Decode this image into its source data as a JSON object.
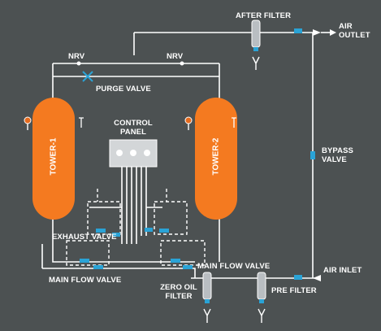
{
  "colors": {
    "background": "#4c5152",
    "pipe": "#ffffff",
    "tower": "#f47a20",
    "valve": "#2aa3d6",
    "filter": "#b9bec2",
    "panel": "#d3d6d8",
    "gauge": "#e46a1e"
  },
  "labels": {
    "after_filter": "AFTER FILTER",
    "air_outlet_line1": "AIR",
    "air_outlet_line2": "OUTLET",
    "nrv_left": "NRV",
    "nrv_right": "NRV",
    "purge_valve": "PURGE VALVE",
    "control_panel_line1": "CONTROL",
    "control_panel_line2": "PANEL",
    "tower1": "TOWER-1",
    "tower2": "TOWER-2",
    "bypass_line1": "BYPASS",
    "bypass_line2": "VALVE",
    "exhaust_valve": "EXHAUST VALVE",
    "main_flow_valve_right": "MAIN FLOW VALVE",
    "main_flow_valve_left": "MAIN FLOW VALVE",
    "air_inlet": "AIR INLET",
    "zero_oil_line1": "ZERO OIL",
    "zero_oil_line2": "FILTER",
    "pre_filter": "PRE FILTER"
  },
  "icons": {
    "panel_buttons": [
      "indicator-light-icon",
      "indicator-light-icon",
      "indicator-light-icon"
    ],
    "gauges": [
      "pressure-gauge-icon",
      "pressure-gauge-icon"
    ],
    "valves": [
      "valve-icon"
    ],
    "filters": [
      "filter-icon"
    ],
    "arrows": [
      "arrow-right-icon"
    ]
  }
}
